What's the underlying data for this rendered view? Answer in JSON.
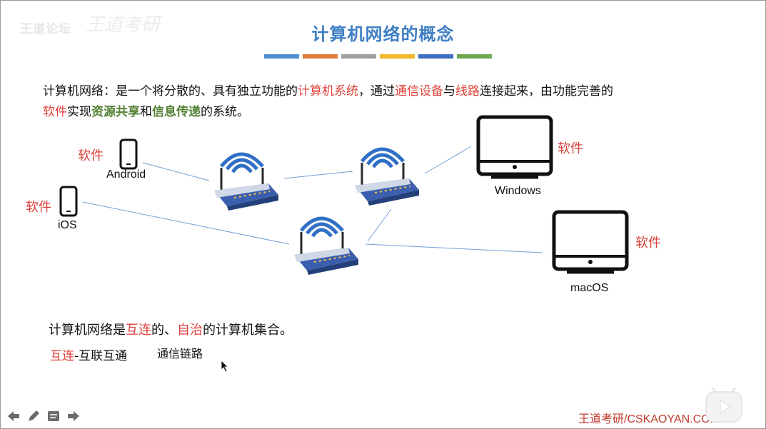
{
  "watermark": {
    "brand": "王道论坛",
    "script": "王道考研"
  },
  "slide": {
    "title": "计算机网络的概念",
    "bar_colors": [
      "#4e8fd0",
      "#e07b39",
      "#9e9e9e",
      "#f0b828",
      "#3e6fbf",
      "#6aa84f"
    ],
    "definition": {
      "p1": "计算机网络：是一个将分散的、具有独立功能的",
      "r1": "计算机系统",
      "p2": "，通过",
      "r2": "通信设备",
      "p3": "与",
      "r3": "线路",
      "p4": "连接起来，由功能完善的",
      "r4": "软件",
      "p5": "实现",
      "g1": "资源共享",
      "p6": "和",
      "g2": "信息传递",
      "p7": "的系统。"
    },
    "diagram": {
      "software_label": "软件",
      "devices": {
        "android": "Android",
        "ios": "iOS",
        "windows": "Windows",
        "macos": "macOS"
      }
    },
    "summary": {
      "p1": "计算机网络是",
      "r1": "互连",
      "p2": "的、",
      "r2": "自治",
      "p3": "的计算机集合。"
    },
    "interconnect": {
      "r": "互连",
      "rest": "-互联互通"
    },
    "link_note": "通信链路",
    "footer": "王道考研/CSKAOYAN.COM"
  },
  "icons": {
    "nav": [
      "arrow-left-icon",
      "pencil-icon",
      "notes-icon",
      "arrow-right-icon"
    ],
    "device": [
      "phone-icon",
      "monitor-icon",
      "router-icon"
    ],
    "player": "play-icon"
  }
}
